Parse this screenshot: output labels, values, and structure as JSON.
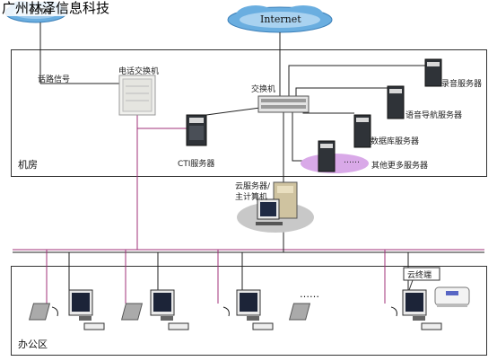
{
  "company_title": "广州林泽信息科技",
  "pstn_label": "PSTN",
  "internet_label": "Internet",
  "line_signal_label": "话路信号",
  "pbx_label": "电话交换机",
  "switch_label": "交换机",
  "cti_label": "CTI服务器",
  "recording_server_label": "录音服务器",
  "ivr_server_label": "语音导航服务器",
  "db_server_label": "数据库服务器",
  "more_servers_label": "其他更多服务器",
  "more_servers_dots": "……",
  "cloud_server_label_line1": "云服务器/",
  "cloud_server_label_line2": "主计算机",
  "server_room_label": "机房",
  "office_label": "办公区",
  "cloud_terminal_label": "云终端",
  "office_dots": "……",
  "colors": {
    "cloud": "#6aaee0",
    "line": "#222222",
    "phone_line": "#a0307a",
    "more_ellipse": "#d9a9e8",
    "cloud_server_ellipse": "#c8c8c8"
  }
}
